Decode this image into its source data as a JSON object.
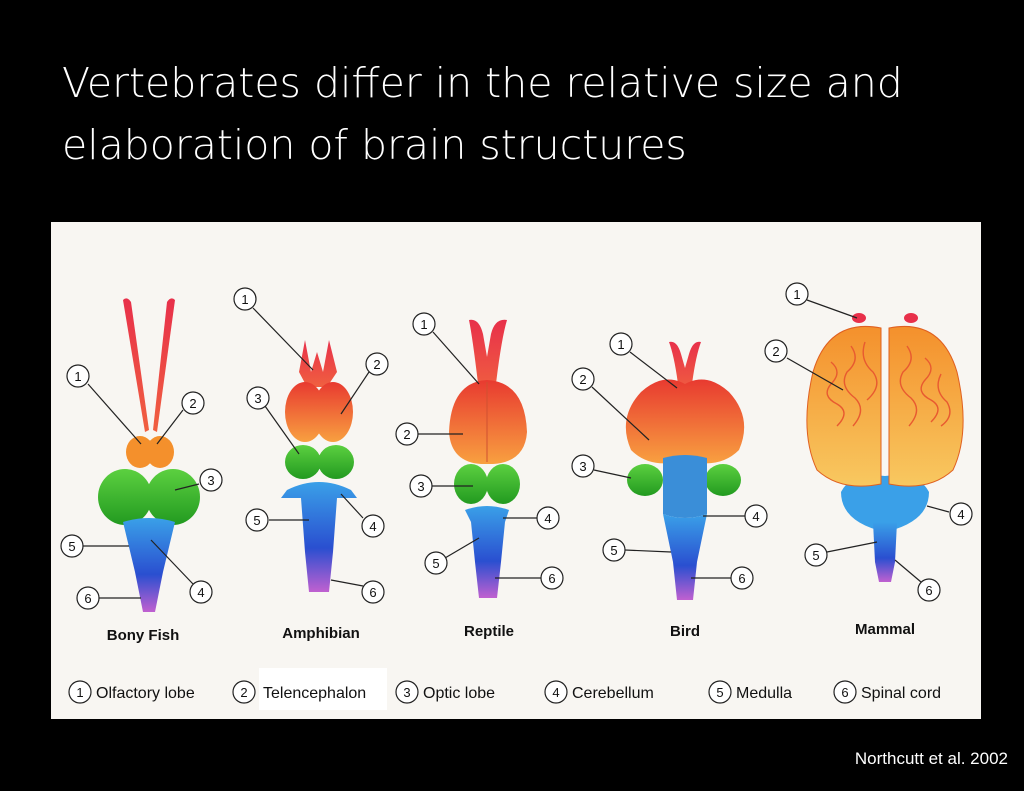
{
  "slide": {
    "title": "Vertebrates differ in the relative size and elaboration of brain structures",
    "citation": "Northcutt et al. 2002"
  },
  "animals": [
    "Bony Fish",
    "Amphibian",
    "Reptile",
    "Bird",
    "Mammal"
  ],
  "legend": [
    {
      "n": "1",
      "label": "Olfactory lobe"
    },
    {
      "n": "2",
      "label": "Telencephalon"
    },
    {
      "n": "3",
      "label": "Optic lobe"
    },
    {
      "n": "4",
      "label": "Cerebellum"
    },
    {
      "n": "5",
      "label": "Medulla"
    },
    {
      "n": "6",
      "label": "Spinal cord"
    }
  ],
  "colors": {
    "olfactory": "#e8304a",
    "telencephalon": "#f47a2c",
    "optic": "#35b82a",
    "cerebellum": "#2e8fd8",
    "medulla": "#2a4fd0",
    "spinal": "#b04ac8"
  }
}
